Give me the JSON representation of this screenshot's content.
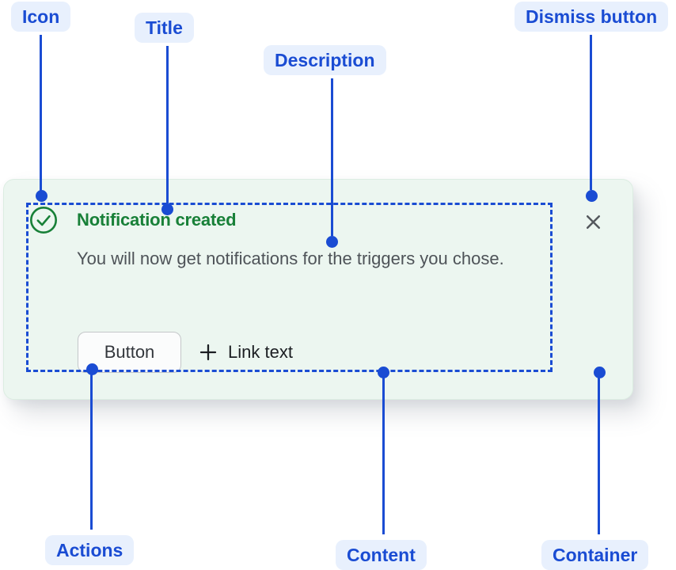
{
  "annotations": {
    "icon": {
      "label": "Icon"
    },
    "title": {
      "label": "Title"
    },
    "description": {
      "label": "Description"
    },
    "dismiss_button": {
      "label": "Dismiss button"
    },
    "actions": {
      "label": "Actions"
    },
    "content": {
      "label": "Content"
    },
    "container": {
      "label": "Container"
    }
  },
  "notification": {
    "title": "Notification created",
    "description": "You will now get notifications for the triggers you chose.",
    "actions": {
      "button_label": "Button",
      "link_label": "Link text"
    }
  },
  "icons": {
    "status": "success-check-icon",
    "dismiss": "close-icon",
    "link_prefix": "plus-icon"
  },
  "colors": {
    "annotation_blue": "#1A4CD3",
    "annotation_pill_bg": "#E8F0FD",
    "success_green": "#188038",
    "container_bg": "#ECF6F0",
    "description_text": "#4E5358"
  }
}
